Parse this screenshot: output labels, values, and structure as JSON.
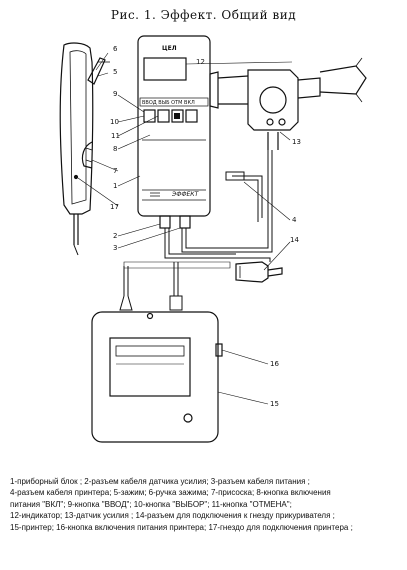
{
  "figure": {
    "title": "Рис. 1. Эффект.    Общий вид",
    "device": {
      "logo": "ЦЕЛ",
      "buttons_label": "ВВОД  ВЫБ  ОТМ  ВКЛ",
      "brand": "ЭФФЕКТ"
    },
    "callouts": [
      "1",
      "2",
      "3",
      "4",
      "5",
      "6",
      "7",
      "8",
      "9",
      "10",
      "11",
      "12",
      "13",
      "14",
      "15",
      "16",
      "17"
    ]
  },
  "legend": {
    "lines": [
      "1-приборный блок ;  2-разъем кабеля датчика усилия; 3-разъем кабеля питания ;",
      "4-разъем кабеля принтера; 5-зажим; 6-ручка зажима; 7-присоска; 8-кнопка включения",
      "питания \"ВКЛ\"; 9-кнопка \"ВВОД\"; 10-кнопка \"ВЫБОР\"; 11-кнопка \"ОТМЕНА\";",
      "12-индикатор; 13-датчик усилия ; 14-разъем для подключения к гнезду прикуривателя ;",
      "15-принтер; 16-кнопка включения питания принтера; 17-гнездо для подключения принтера ;"
    ]
  }
}
